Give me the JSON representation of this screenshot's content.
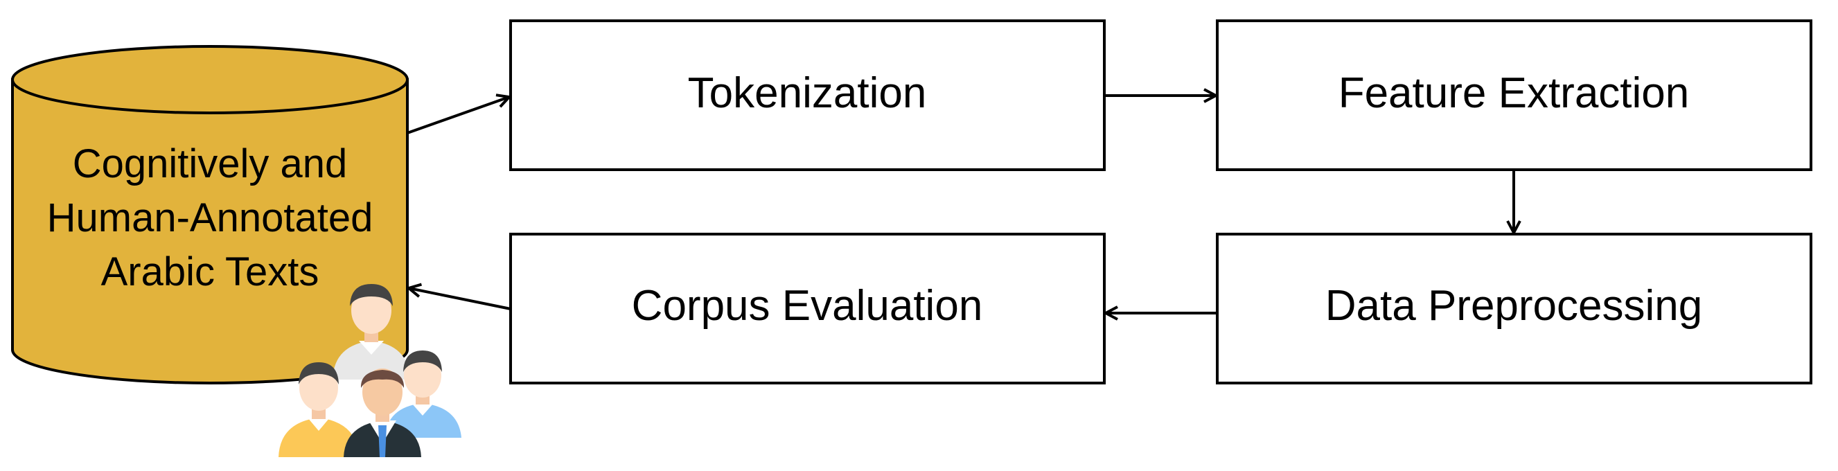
{
  "database": {
    "lines": [
      "Cognitively and",
      "Human-Annotated",
      "Arabic Texts"
    ],
    "fill_color": "#e2b33c"
  },
  "steps": {
    "tokenization": "Tokenization",
    "feature_extraction": "Feature Extraction",
    "data_preprocessing": "Data Preprocessing",
    "corpus_evaluation": "Corpus Evaluation"
  },
  "people_icon": {
    "name": "annotators-group-icon",
    "shirt_colors": [
      "#e8e8e8",
      "#fcc857",
      "#8cc6f7",
      "#263238"
    ]
  }
}
